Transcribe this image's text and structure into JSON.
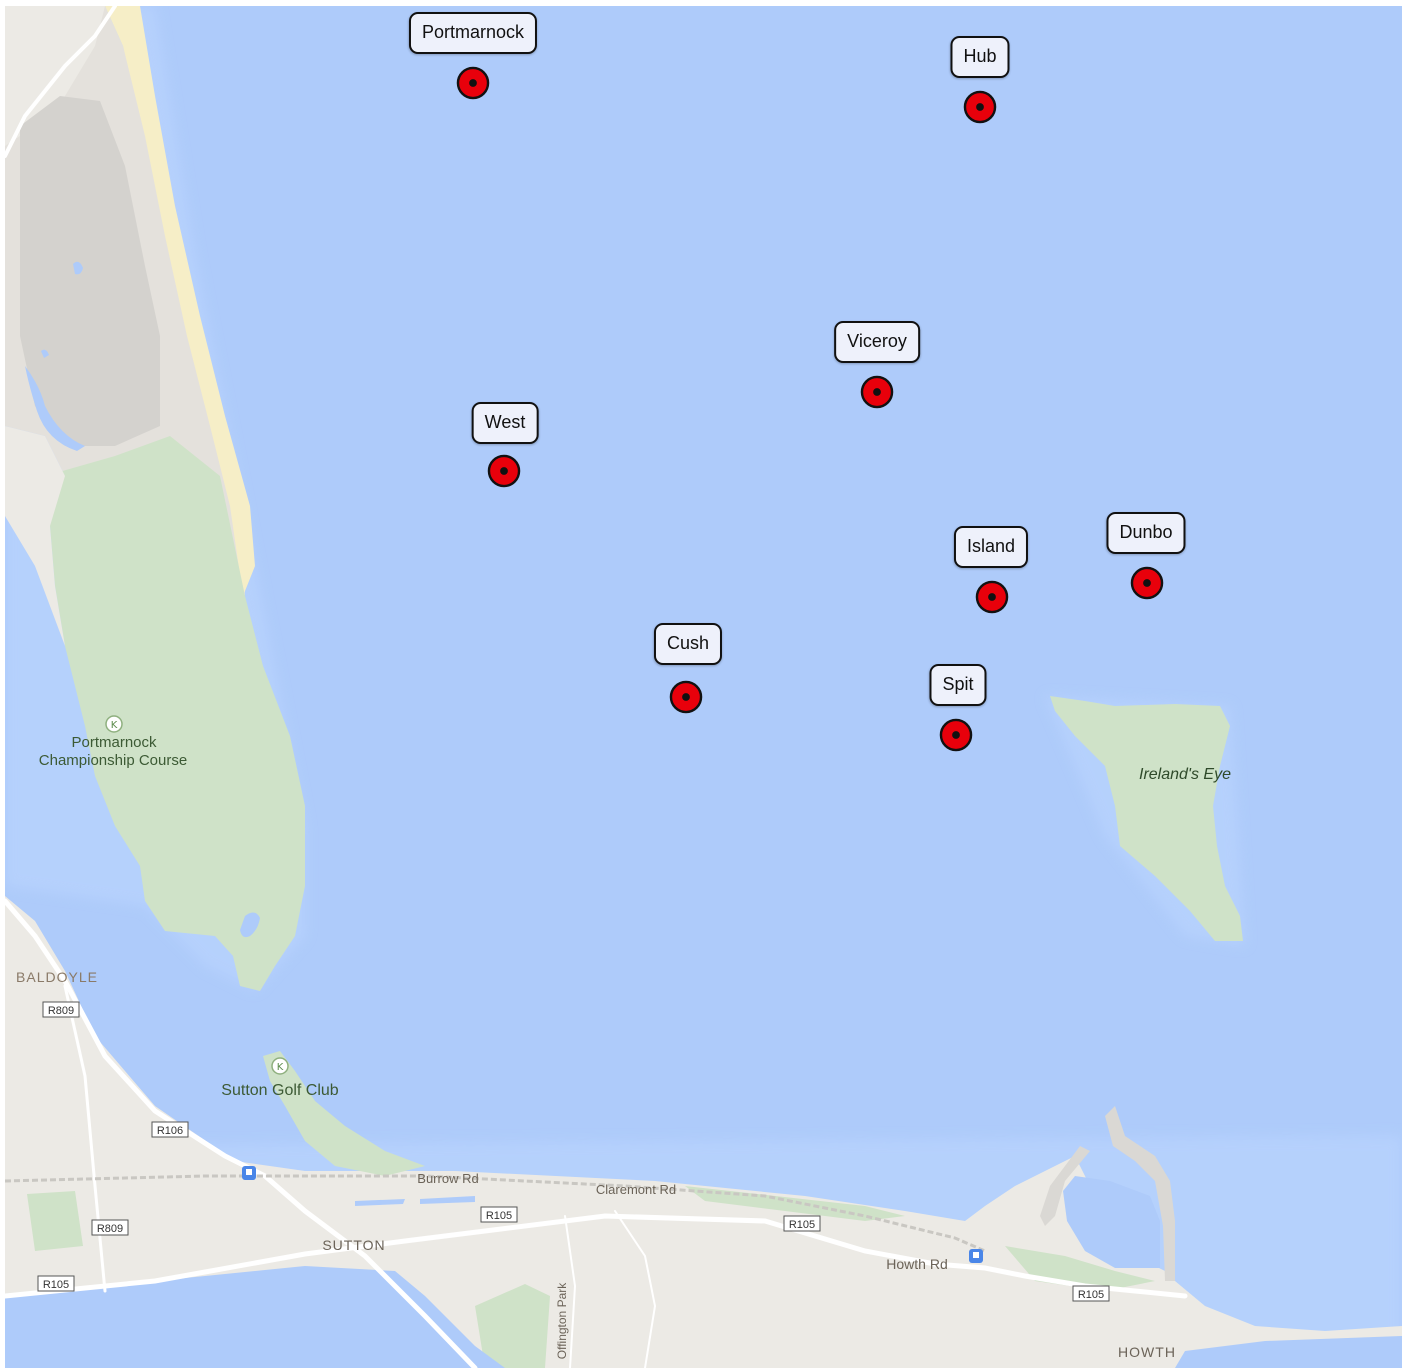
{
  "map": {
    "water_color": "#aecbfa",
    "land_color": "#eceae5",
    "park_color": "#cfe2c8",
    "beach_color": "#f6eec7",
    "marker_color": "#e8000b",
    "marker_icon": "red-circle-marker-icon"
  },
  "markers": [
    {
      "id": "portmarnock",
      "label": "Portmarnock"
    },
    {
      "id": "hub",
      "label": "Hub"
    },
    {
      "id": "viceroy",
      "label": "Viceroy"
    },
    {
      "id": "west",
      "label": "West"
    },
    {
      "id": "island",
      "label": "Island"
    },
    {
      "id": "dunbo",
      "label": "Dunbo"
    },
    {
      "id": "cush",
      "label": "Cush"
    },
    {
      "id": "spit",
      "label": "Spit"
    }
  ],
  "places": {
    "golf_course_line1": "Portmarnock",
    "golf_course_line2": "Championship Course",
    "golf_club": "Sutton Golf Club",
    "island": "Ireland's Eye",
    "baldoyle": "BALDOYLE",
    "sutton": "SUTTON",
    "howth": "HOWTH"
  },
  "streets": {
    "burrow": "Burrow Rd",
    "claremont": "Claremont Rd",
    "howth_rd": "Howth Rd",
    "offington": "Offington Park"
  },
  "road_shields": {
    "r809_top": "R809",
    "r106": "R106",
    "r809_bottom": "R809",
    "r105_left": "R105",
    "r105_mid": "R105",
    "r105_right": "R105",
    "r105_howth": "R105"
  }
}
